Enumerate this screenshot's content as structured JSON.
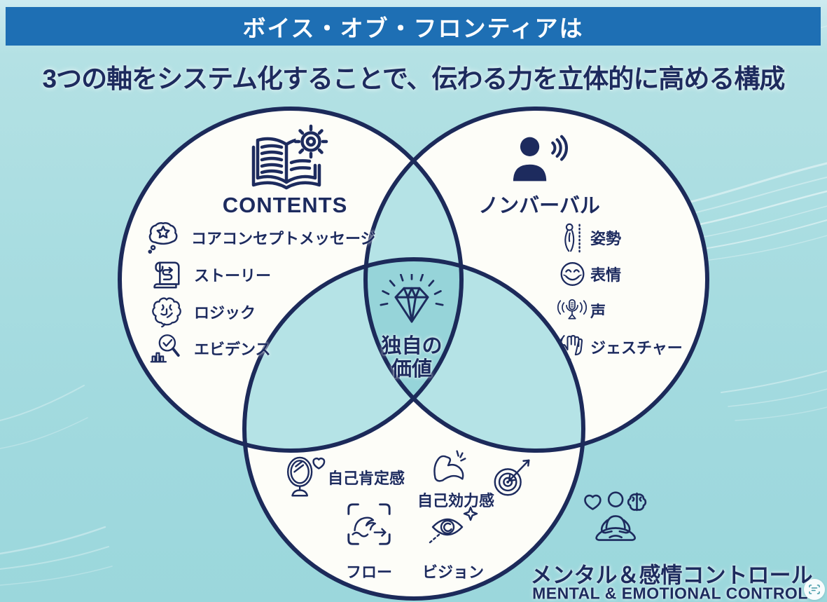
{
  "banner": {
    "title": "ボイス・オブ・フロンティアは"
  },
  "subtitle": "3つの軸をシステム化することで、伝わる力を立体的に高める構成",
  "venn": {
    "contents": {
      "title": "CONTENTS",
      "header_icon": "book-gear-icon",
      "items": [
        {
          "icon": "thought-star-icon",
          "label": "コアコンセプトメッセージ"
        },
        {
          "icon": "scroll-arrow-icon",
          "label": "ストーリー"
        },
        {
          "icon": "brain-icon",
          "label": "ロジック"
        },
        {
          "icon": "magnifier-chart-icon",
          "label": "エビデンス"
        }
      ]
    },
    "nonverbal": {
      "title": "ノンバーバル",
      "header_icon": "speaking-person-icon",
      "items": [
        {
          "icon": "posture-icon",
          "label": "姿勢"
        },
        {
          "icon": "smile-face-icon",
          "label": "表情"
        },
        {
          "icon": "voice-mic-icon",
          "label": "声"
        },
        {
          "icon": "gesture-hand-icon",
          "label": "ジェスチャー"
        }
      ]
    },
    "mental": {
      "items": [
        {
          "icon": "mirror-heart-icon",
          "label": "自己肯定感"
        },
        {
          "icon": "muscle-arm-icon",
          "label": "自己効力感"
        },
        {
          "icon": "target-arrow-icon",
          "label": ""
        },
        {
          "icon": "flow-wave-icon",
          "label": "フロー"
        },
        {
          "icon": "vision-eye-icon",
          "label": "ビジョン"
        }
      ]
    },
    "center": {
      "icon": "diamond-icon",
      "lines": [
        "独自の",
        "価値"
      ]
    }
  },
  "footer": {
    "icon": "meditation-icon",
    "label_jp": "メンタル＆感情コントロール",
    "label_en": "MENTAL & EMOTIONAL CONTROL"
  },
  "badge": {
    "icon": "lens-scan-icon"
  },
  "colors": {
    "banner_blue": "#1e6fb4",
    "navy": "#1d2b5e",
    "background_teal": "#a9dde1",
    "circle_fill": "#fdfdf8",
    "overlap_teal": "#b5e3e6",
    "core_overlap_teal": "#96d4d9"
  }
}
